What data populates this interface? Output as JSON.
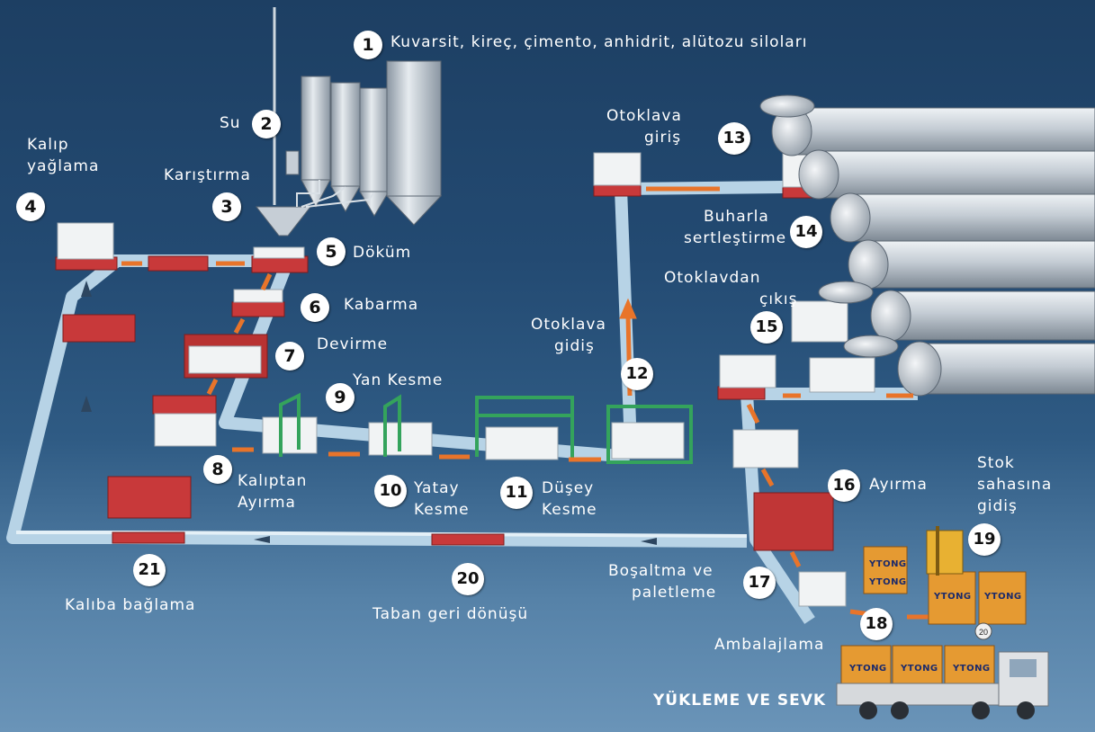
{
  "steps": {
    "s1": {
      "number": "1",
      "label": "Kuvarsit, kireç, çimento, anhidrit, alütozu siloları"
    },
    "s2": {
      "number": "2",
      "label": "Su"
    },
    "s3": {
      "number": "3",
      "label": "Karıştırma"
    },
    "s4": {
      "number": "4",
      "label_l1": "Kalıp",
      "label_l2": "yağlama"
    },
    "s5": {
      "number": "5",
      "label": "Döküm"
    },
    "s6": {
      "number": "6",
      "label": "Kabarma"
    },
    "s7": {
      "number": "7",
      "label": "Devirme"
    },
    "s8": {
      "number": "8",
      "label_l1": "Kalıptan",
      "label_l2": "Ayırma"
    },
    "s9": {
      "number": "9",
      "label": "Yan Kesme"
    },
    "s10": {
      "number": "10",
      "label_l1": "Yatay",
      "label_l2": "Kesme"
    },
    "s11": {
      "number": "11",
      "label_l1": "Düşey",
      "label_l2": "Kesme"
    },
    "s12": {
      "number": "12",
      "label_l1": "Otoklava",
      "label_l2": "gidiş"
    },
    "s13": {
      "number": "13",
      "label_l1": "Otoklava",
      "label_l2": "giriş"
    },
    "s14": {
      "number": "14",
      "label_l1": "Buharla",
      "label_l2": "sertleştirme"
    },
    "s15": {
      "number": "15",
      "label_l1": "Otoklavdan",
      "label_l2": "çıkış"
    },
    "s16": {
      "number": "16",
      "label": "Ayırma"
    },
    "s17": {
      "number": "17",
      "label_l1": "Boşaltma ve",
      "label_l2": "paletleme"
    },
    "s18": {
      "number": "18",
      "label": "Ambalajlama"
    },
    "s19": {
      "number": "19",
      "label_l1": "Stok",
      "label_l2": "sahasına",
      "label_l3": "gidiş"
    },
    "s20": {
      "number": "20",
      "label": "Taban geri dönüşü"
    },
    "s21": {
      "number": "21",
      "label": "Kalıba bağlama"
    }
  },
  "loading": {
    "label": "YÜKLEME VE SEVK"
  },
  "brand": {
    "name": "YTONG",
    "pallet_tag": "20"
  },
  "colors": {
    "background_top": "#1d3f63",
    "track": "#b7d3e6",
    "mold_red": "#c8393a",
    "arrow_orange": "#e8742a",
    "autoclave_silver": "#c9cfd6",
    "crate_orange": "#e59a32"
  }
}
